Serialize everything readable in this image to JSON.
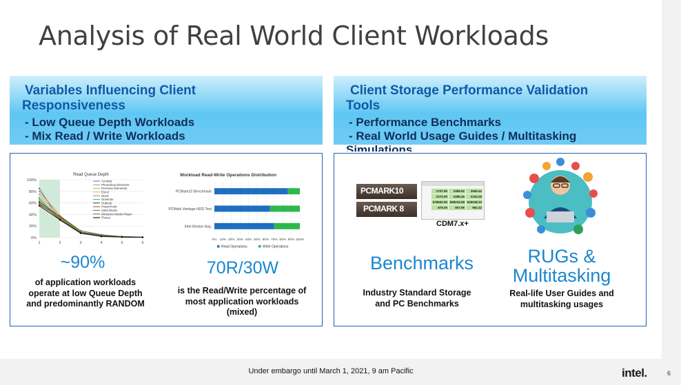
{
  "title": "Analysis of Real World Client Workloads",
  "left_header": {
    "title": "Variables Influencing Client Responsiveness",
    "bullets": [
      "- Low Queue Depth Workloads",
      "- Mix Read / Write Workloads"
    ]
  },
  "right_header": {
    "title": "Client Storage Performance Validation Tools",
    "bullets": [
      "- Performance Benchmarks",
      "- Real World Usage Guides / Multitasking Simulations"
    ]
  },
  "stats": {
    "qd_big": "~90%",
    "qd_desc": "of application workloads operate at low Queue Depth and predominantly RANDOM",
    "rw_big": "70R/30W",
    "rw_desc": "is the Read/Write percentage of most application workloads (mixed)",
    "bench_big": "Benchmarks",
    "bench_desc": "Industry Standard Storage and PC Benchmarks",
    "rugs_big_1": "RUGs &",
    "rugs_big_2": "Multitasking",
    "rugs_desc": "Real-life User Guides and multitasking usages"
  },
  "bench_images": {
    "pcmark10": "PCMARK10",
    "pcmark8": "PCMARK 8",
    "cdm_label": "CDM7.x+",
    "cdm_values": [
      [
        "2707.95",
        "2369.52",
        "2565.42"
      ],
      [
        "2270.09",
        "2286.45",
        "2154.29"
      ],
      [
        "578652.06",
        "558215.58",
        "525048.22"
      ],
      [
        "876.06",
        "807.96",
        "962.22"
      ]
    ]
  },
  "chart_data": [
    {
      "type": "line",
      "title": "Read Queue Depth",
      "x": [
        1,
        2,
        3,
        4,
        5,
        6
      ],
      "xlim": [
        1,
        6
      ],
      "ylim": [
        0,
        100
      ],
      "yticks": [
        "0%",
        "20%",
        "40%",
        "60%",
        "80%",
        "100%"
      ],
      "xticks": [
        "1",
        "2",
        "3",
        "4",
        "5",
        "6"
      ],
      "highlight_x_range": [
        1,
        2
      ],
      "series": [
        {
          "name": "Acrobat",
          "color": "#4472c4",
          "values": [
            85,
            30,
            8,
            3,
            1,
            0.5
          ]
        },
        {
          "name": "Photoshop Elements",
          "color": "#ed7d31",
          "values": [
            80,
            38,
            10,
            4,
            2,
            1
          ]
        },
        {
          "name": "Premiere Elements",
          "color": "#a5a5a5",
          "values": [
            75,
            35,
            9,
            3,
            1,
            0.5
          ]
        },
        {
          "name": "Excel",
          "color": "#ffc000",
          "values": [
            70,
            33,
            8,
            3,
            1,
            0.5
          ]
        },
        {
          "name": "Word",
          "color": "#5b9bd5",
          "values": [
            68,
            30,
            7,
            2,
            1,
            0.5
          ]
        },
        {
          "name": "OneNote",
          "color": "#70ad47",
          "values": [
            65,
            34,
            9,
            3,
            1,
            0.5
          ]
        },
        {
          "name": "Outlook",
          "color": "#264478",
          "values": [
            62,
            36,
            10,
            4,
            1,
            0.5
          ]
        },
        {
          "name": "PowerPoint",
          "color": "#9e480e",
          "values": [
            60,
            32,
            8,
            3,
            1,
            0.5
          ]
        },
        {
          "name": "Solid Works",
          "color": "#636363",
          "values": [
            58,
            37,
            12,
            5,
            2,
            1
          ]
        },
        {
          "name": "Windows Media Player",
          "color": "#997300",
          "values": [
            57,
            35,
            10,
            3,
            1,
            0.5
          ]
        },
        {
          "name": "iTunes",
          "color": "#000000",
          "values": [
            55,
            31,
            8,
            2,
            1,
            0.5
          ]
        }
      ]
    },
    {
      "type": "bar",
      "orientation": "horizontal",
      "stacked": true,
      "title": "Workload Read-Write Operations Distribution",
      "categories": [
        "PCMark10 Benchmark",
        "PCMark Vantage HDD Test",
        "Intel Worker Avg."
      ],
      "xlim": [
        0,
        100
      ],
      "xticks": [
        "0%",
        "10%",
        "20%",
        "30%",
        "40%",
        "50%",
        "60%",
        "70%",
        "80%",
        "90%",
        "100%"
      ],
      "legend": "bottom",
      "series": [
        {
          "name": "Read Operations",
          "color": "#1f6fc1",
          "values": [
            86,
            65,
            70
          ]
        },
        {
          "name": "Write Operations",
          "color": "#2eb84b",
          "values": [
            14,
            35,
            30
          ]
        }
      ]
    }
  ],
  "footer": {
    "embargo": "Under embargo until March 1, 2021, 9 am Pacific",
    "logo": "intel.",
    "page": "6"
  }
}
